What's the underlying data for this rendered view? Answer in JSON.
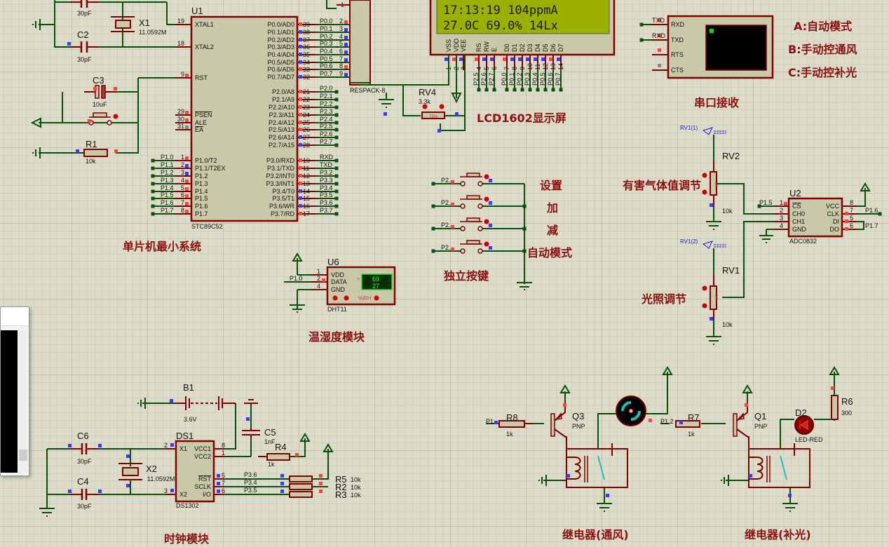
{
  "mcu": {
    "ref": "U1",
    "part": "STC89C52",
    "left_pins": [
      {
        "num": "19",
        "name": "XTAL1",
        "state": "none"
      },
      {
        "num": "18",
        "name": "XTAL2",
        "state": "none"
      },
      {
        "num": "9",
        "name": "RST",
        "state": "hi"
      },
      {
        "num": "29",
        "name": "PSEN",
        "state": "hi"
      },
      {
        "num": "30",
        "name": "ALE",
        "state": "hi"
      },
      {
        "num": "31",
        "name": "EA",
        "state": "off"
      },
      {
        "num": "1",
        "name": "P1.0/T2",
        "net": "P1.0",
        "state": "hi"
      },
      {
        "num": "2",
        "name": "P1.1/T2EX",
        "net": "P1.1",
        "state": "lo"
      },
      {
        "num": "3",
        "name": "P1.2",
        "net": "P1.2",
        "state": "lo"
      },
      {
        "num": "4",
        "name": "P1.3",
        "net": "P1.3",
        "state": "hi"
      },
      {
        "num": "5",
        "name": "P1.4",
        "net": "P1.4",
        "state": "hi"
      },
      {
        "num": "6",
        "name": "P1.5",
        "net": "P1.5",
        "state": "hi"
      },
      {
        "num": "7",
        "name": "P1.6",
        "net": "P1.6",
        "state": "hi"
      },
      {
        "num": "8",
        "name": "P1.7",
        "net": "P1.7",
        "state": "hi"
      }
    ],
    "right_pins": [
      {
        "num": "39",
        "name": "P0.0/AD0",
        "net": "P0.0",
        "rp": "2",
        "state": "hi"
      },
      {
        "num": "38",
        "name": "P0.1/AD1",
        "net": "P0.1",
        "rp": "3",
        "state": "lo"
      },
      {
        "num": "37",
        "name": "P0.2/AD2",
        "net": "P0.2",
        "rp": "4",
        "state": "lo"
      },
      {
        "num": "36",
        "name": "P0.3/AD3",
        "net": "P0.3",
        "rp": "5",
        "state": "lo"
      },
      {
        "num": "35",
        "name": "P0.4/AD4",
        "net": "P0.4",
        "rp": "6",
        "state": "lo"
      },
      {
        "num": "34",
        "name": "P0.5/AD5",
        "net": "P0.5",
        "rp": "7",
        "state": "lo"
      },
      {
        "num": "33",
        "name": "P0.6/AD6",
        "net": "P0.6",
        "rp": "8",
        "state": "hi"
      },
      {
        "num": "32",
        "name": "P0.7/AD7",
        "net": "P0.7",
        "rp": "9",
        "state": "lo"
      },
      {
        "num": "21",
        "name": "P2.0/A8",
        "net": "P2.0",
        "state": "hi"
      },
      {
        "num": "22",
        "name": "P2.1/A9",
        "net": "P2.1",
        "state": "hi"
      },
      {
        "num": "23",
        "name": "P2.2/A10",
        "net": "P2.2",
        "state": "hi"
      },
      {
        "num": "24",
        "name": "P2.3/A11",
        "net": "P2.3",
        "state": "hi"
      },
      {
        "num": "25",
        "name": "P2.4/A12",
        "net": "P2.4",
        "state": "hi"
      },
      {
        "num": "26",
        "name": "P2.5/A13",
        "net": "P2.5",
        "state": "hi"
      },
      {
        "num": "27",
        "name": "P2.6/A14",
        "net": "P2.6",
        "state": "lo"
      },
      {
        "num": "28",
        "name": "P2.7/A15",
        "net": "P2.7",
        "state": "lo"
      },
      {
        "num": "10",
        "name": "P3.0/RXD",
        "net": "RXD",
        "state": "hi"
      },
      {
        "num": "11",
        "name": "P3.1/TXD",
        "net": "TXD",
        "state": "hi"
      },
      {
        "num": "12",
        "name": "P3.2/INT0",
        "net": "P3.2",
        "state": "hi"
      },
      {
        "num": "13",
        "name": "P3.3/INT1",
        "net": "P3.3",
        "state": "hi"
      },
      {
        "num": "14",
        "name": "P3.4/T0",
        "net": "P3.4",
        "state": "lo"
      },
      {
        "num": "15",
        "name": "P3.5/T1",
        "net": "P3.5",
        "state": "lo"
      },
      {
        "num": "16",
        "name": "P3.6/WR",
        "net": "P3.6",
        "state": "lo"
      },
      {
        "num": "17",
        "name": "P3.7/RD",
        "net": "P3.7",
        "state": "hi"
      }
    ]
  },
  "respack": {
    "part": "RESPACK-8",
    "pin1": "1"
  },
  "min_system": {
    "title": "单片机最小系统",
    "c1_value": "30pF",
    "c2": {
      "ref": "C2",
      "value": "30pF"
    },
    "x1": {
      "ref": "X1",
      "value": "11.0592M"
    },
    "c3": {
      "ref": "C3",
      "value": "10uF"
    },
    "r1": {
      "ref": "R1",
      "value": "10k"
    }
  },
  "lcd": {
    "title": "LCD1602显示屏",
    "line1": "17:13:19 104ppmA",
    "line2": "27.0C 69.0% 14Lx",
    "screen_color": "#9bb000",
    "pins": [
      {
        "name": "VSS",
        "num": "1",
        "net": ""
      },
      {
        "name": "VDD",
        "num": "2",
        "net": ""
      },
      {
        "name": "VEE",
        "num": "3",
        "net": ""
      },
      {
        "name": "RS",
        "num": "4",
        "net": "P2.5"
      },
      {
        "name": "RW",
        "num": "5",
        "net": "P2.6"
      },
      {
        "name": "E",
        "num": "6",
        "net": "P2.7"
      },
      {
        "name": "D0",
        "num": "7",
        "net": "P0.0"
      },
      {
        "name": "D1",
        "num": "8",
        "net": "P0.1"
      },
      {
        "name": "D2",
        "num": "9",
        "net": "P0.2"
      },
      {
        "name": "D3",
        "num": "10",
        "net": "P0.3"
      },
      {
        "name": "D4",
        "num": "11",
        "net": "P0.4"
      },
      {
        "name": "D5",
        "num": "12",
        "net": "P0.5"
      },
      {
        "name": "D6",
        "num": "13",
        "net": "P0.6"
      },
      {
        "name": "D7",
        "num": "14",
        "net": "P0.7"
      }
    ],
    "rv4": {
      "ref": "RV4",
      "value": "3.3k",
      "percent": "73%"
    }
  },
  "serial": {
    "title": "串口接收",
    "pins": [
      "RXD",
      "TXD",
      "RTS",
      "CTS"
    ],
    "nets": [
      "TXD",
      "RXD"
    ],
    "modes": [
      "A:自动模式",
      "B:手动控通风",
      "C:手动控补光"
    ]
  },
  "adc": {
    "ref": "U2",
    "part": "ADC0832",
    "left_pins": [
      {
        "num": "1",
        "name": "CS",
        "net": "P1.5"
      },
      {
        "num": "2",
        "name": "CH0"
      },
      {
        "num": "3",
        "name": "CH1"
      },
      {
        "num": "4",
        "name": "GND"
      }
    ],
    "right_pins": [
      {
        "num": "8",
        "name": "VCC"
      },
      {
        "num": "7",
        "name": "CLK",
        "net": "P1.6"
      },
      {
        "num": "5",
        "name": "DI"
      },
      {
        "num": "6",
        "name": "DO",
        "net": "P1.7"
      }
    ],
    "rv2": {
      "ref": "RV2",
      "value": "10k",
      "probe": "RV1(1)",
      "percent": "50%",
      "label": "有害气体值调节"
    },
    "rv1": {
      "ref": "RV1",
      "value": "10k",
      "probe": "RV1(2)",
      "percent": "14%",
      "label": "光照调节"
    }
  },
  "buttons": {
    "title": "独立按键",
    "items": [
      {
        "net": "P2.",
        "label": "设置"
      },
      {
        "net": "P2.",
        "label": "加"
      },
      {
        "net": "P2.",
        "label": "减"
      },
      {
        "net": "P2.",
        "label": "自动模式"
      }
    ]
  },
  "dht": {
    "title": "温湿度模块",
    "ref": "U6",
    "part": "DHT11",
    "pins": [
      {
        "num": "1",
        "name": "VDD"
      },
      {
        "num": "2",
        "name": "DATA"
      },
      {
        "num": "4",
        "name": "GND"
      }
    ],
    "net": "P1.0",
    "humidity": "69",
    "temperature": "27",
    "unit": "%RH"
  },
  "clock": {
    "title": "时钟模块",
    "ds": {
      "ref": "DS1",
      "part": "DS1302",
      "left_pins": [
        {
          "num": "2",
          "name": "X1"
        },
        {
          "num": "3",
          "name": "X2"
        }
      ],
      "right_pins": [
        {
          "num": "8",
          "name": "VCC1"
        },
        {
          "num": "1",
          "name": "VCC2"
        },
        {
          "num": "5",
          "name": "RST",
          "net": "P3.6",
          "res": "R5"
        },
        {
          "num": "7",
          "name": "SCLK",
          "net": "P3.4",
          "res": "R2"
        },
        {
          "num": "6",
          "name": "I/O",
          "net": "P3.5",
          "res": "R3"
        }
      ]
    },
    "b1": {
      "ref": "B1",
      "value": "3.6V"
    },
    "c5": {
      "ref": "C5",
      "value": "1nF"
    },
    "c6": {
      "ref": "C6",
      "value": "30pF"
    },
    "c4": {
      "ref": "C4",
      "value": "30pF"
    },
    "x2": {
      "ref": "X2",
      "value": "11.0592M"
    },
    "r4": {
      "ref": "R4",
      "value": "1k"
    },
    "pullup_value": "10k"
  },
  "relay_fan": {
    "title": "继电器(通风)",
    "net": "P1.",
    "r": {
      "ref": "R8",
      "value": "1k"
    },
    "q": {
      "ref": "Q3",
      "type": "PNP"
    }
  },
  "relay_light": {
    "title": "继电器(补光)",
    "net": "P1.2",
    "r": {
      "ref": "R7",
      "value": "1k"
    },
    "q": {
      "ref": "Q1",
      "type": "PNP"
    },
    "led": {
      "ref": "D2",
      "part": "LED-RED"
    },
    "r6": {
      "ref": "R6",
      "value": "300"
    }
  },
  "colors": {
    "wire": "#0a4f0a",
    "pin": "#800000",
    "high": "#ff4040",
    "low": "#3a3aff",
    "label": "#8b1010"
  }
}
